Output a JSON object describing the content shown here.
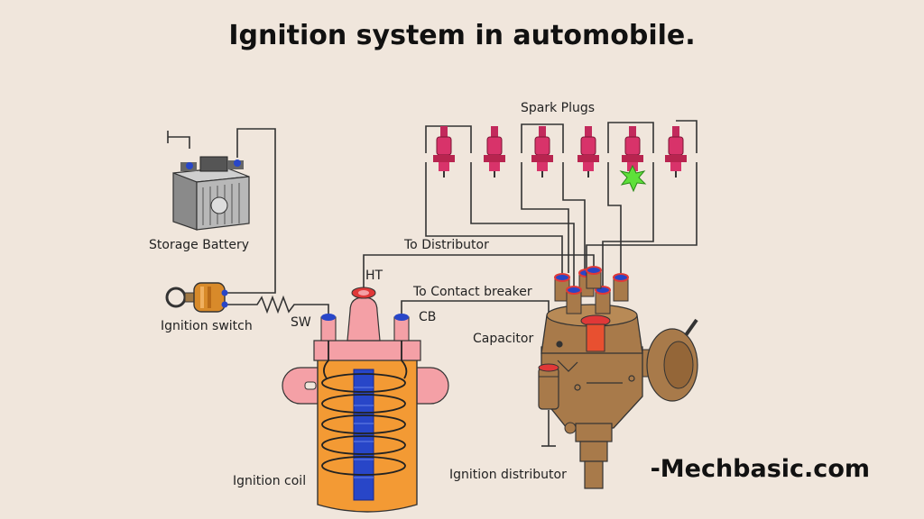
{
  "title": "Ignition system in automobile.",
  "credit": "-Mechbasic.com",
  "labels": {
    "spark_plugs": "Spark Plugs",
    "storage_battery": "Storage Battery",
    "ignition_switch": "Ignition switch",
    "to_distributor": "To Distributor",
    "ht": "HT",
    "to_contact_breaker": "To Contact breaker",
    "sw": "SW",
    "cb": "CB",
    "capacitor": "Capacitor",
    "ignition_coil": "Ignition coil",
    "ignition_distributor": "Ignition distributor"
  },
  "colors": {
    "background": "#f0e6dc",
    "spark_plug": "#d8336a",
    "coil_body": "#f39a34",
    "coil_core": "#2846c8",
    "coil_cap": "#f4a0a6",
    "distributor": "#a87a4a",
    "spark": "#5ee03a"
  },
  "icons": {
    "battery": "battery-icon",
    "switch": "key-switch-icon",
    "spark": "spark-icon"
  }
}
